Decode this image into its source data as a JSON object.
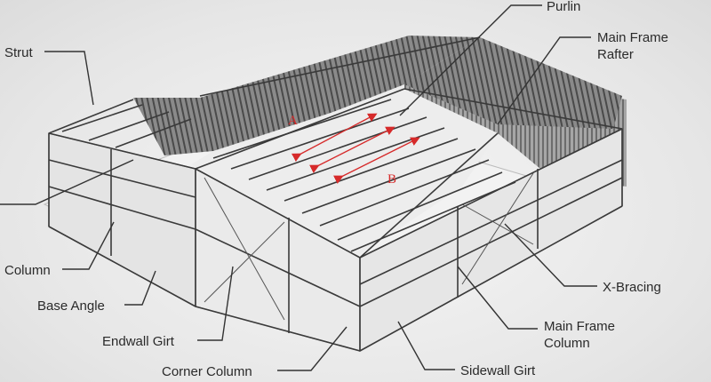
{
  "labels": {
    "strut": "Strut",
    "purlin": "Purlin",
    "main_frame_rafter_line1": "Main Frame",
    "main_frame_rafter_line2": "Rafter",
    "column": "Column",
    "base_angle": "Base Angle",
    "endwall_girt": "Endwall Girt",
    "corner_column": "Corner Column",
    "x_bracing": "X-Bracing",
    "main_frame_column_line1": "Main Frame",
    "main_frame_column_line2": "Column",
    "sidewall_girt": "Sidewall Girt"
  },
  "markers": {
    "a": "A",
    "b": "B"
  },
  "colors": {
    "marker": "#d62a2a",
    "steel": "#3a3a3a",
    "roof": "#6f6f6f",
    "background": "#ececec"
  }
}
